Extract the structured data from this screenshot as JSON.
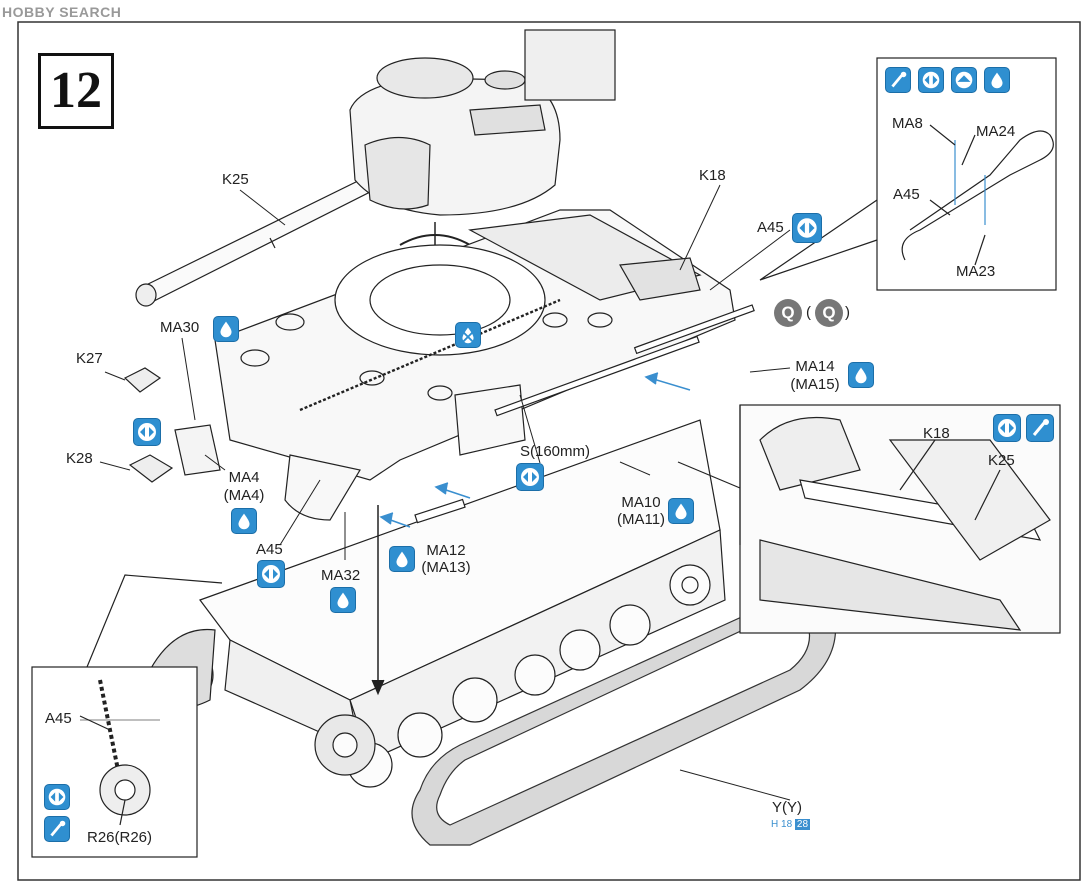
{
  "watermark": "HOBBY SEARCH",
  "step_number": "12",
  "labels": {
    "k25": "K25",
    "k18": "K18",
    "a45_main": "A45",
    "ma30": "MA30",
    "k27": "K27",
    "k28": "K28",
    "ma4": "MA4",
    "ma4_alt": "(MA4)",
    "a45_left": "A45",
    "ma32": "MA32",
    "s_wire": "S(160mm)",
    "ma12": "MA12",
    "ma13_alt": "(MA13)",
    "ma10": "MA10",
    "ma11_alt": "(MA11)",
    "ma14": "MA14",
    "ma15_alt": "(MA15)",
    "track": "Y(Y)",
    "page_ref_h": "H",
    "page_ref_18": "18",
    "page_ref_28": "28"
  },
  "inset_top_right": {
    "ma8": "MA8",
    "ma24": "MA24",
    "a45": "A45",
    "ma23": "MA23"
  },
  "inset_mid_right": {
    "k18": "K18",
    "k25": "K25"
  },
  "inset_bottom_left": {
    "a45": "A45",
    "r26": "R26(R26)"
  },
  "q_marks": {
    "q1": "Q",
    "q2": "Q",
    "paren_open": "(",
    "paren_close": ")"
  },
  "icons": {
    "glue": "glue-drop-icon",
    "both_sides": "both-sides-icon",
    "paint": "paint-brush-icon",
    "arrow_up": "arrow-up-icon",
    "no_glue": "no-glue-icon"
  },
  "colors": {
    "icon_blue": "#2f8fd0",
    "line": "#222222",
    "q_grey": "#777777"
  }
}
